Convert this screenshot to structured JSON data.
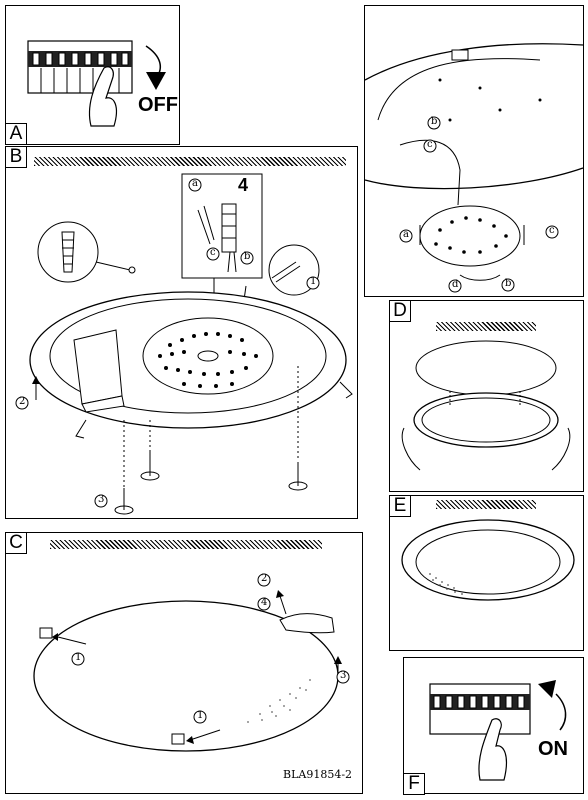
{
  "panels": {
    "A": {
      "tag": "A",
      "state_label": "OFF"
    },
    "B": {
      "tag": "B",
      "step_number": "4",
      "wire_labels": [
        "a",
        "c",
        "b"
      ],
      "callouts": [
        "1",
        "2",
        "3"
      ]
    },
    "right_top": {
      "screw_labels": [
        "a",
        "c",
        "b",
        "c",
        "b",
        "d"
      ]
    },
    "C": {
      "tag": "C",
      "callouts": [
        "1",
        "2",
        "4",
        "3",
        "1"
      ]
    },
    "D": {
      "tag": "D"
    },
    "E": {
      "tag": "E"
    },
    "F": {
      "tag": "F",
      "state_label": "ON"
    }
  },
  "footer": {
    "code": "BLA91854-2"
  },
  "icons": [
    "circuit-breaker-icon",
    "hand-icon",
    "rotation-arrow-icon",
    "wall-plug-icon",
    "screw-icon",
    "led-module-icon",
    "connector-block-icon"
  ]
}
